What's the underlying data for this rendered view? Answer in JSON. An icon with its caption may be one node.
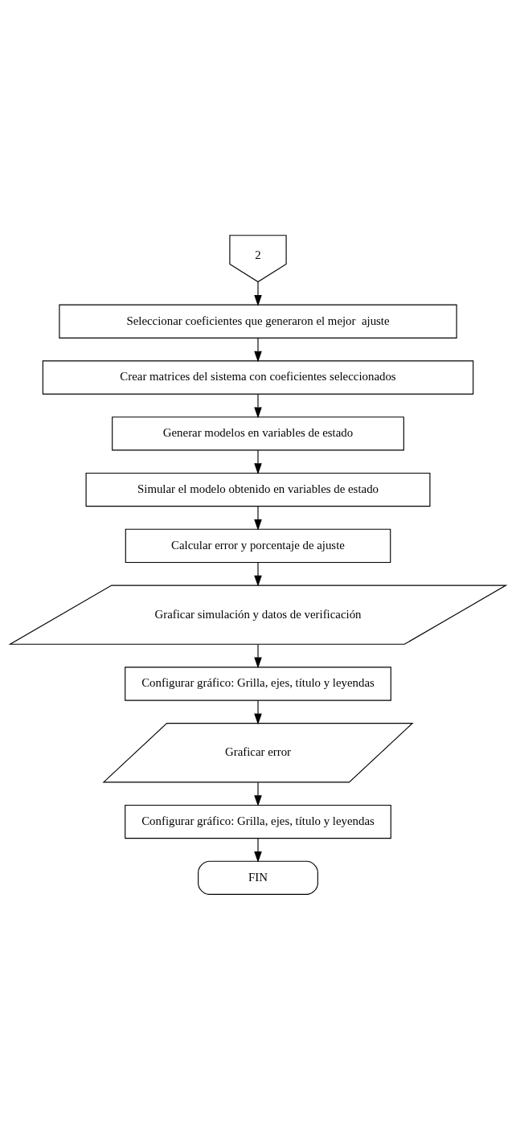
{
  "diagram": {
    "nodes": [
      {
        "text": [
          "2"
        ]
      },
      {
        "text": [
          "Seleccionar coeficientes que generaron el mejor  ajuste"
        ]
      },
      {
        "text": [
          "Crear matrices del sistema con coeficientes seleccionados"
        ]
      },
      {
        "text": [
          "Generar modelos en variables de estado"
        ]
      },
      {
        "text": [
          "Simular el modelo obtenido en variables de estado"
        ]
      },
      {
        "text": [
          "Calcular error y porcentaje de ajuste"
        ]
      },
      {
        "text": [
          "Graficar simulación y datos de verificación"
        ]
      },
      {
        "text": [
          "Configurar gráfico: Grilla, ejes, título y leyendas"
        ]
      },
      {
        "text": [
          "Graficar error"
        ]
      },
      {
        "text": [
          "Configurar gráfico: Grilla, ejes, título y leyendas"
        ]
      },
      {
        "text": [
          "FIN"
        ]
      }
    ],
    "edges": [
      {
        "from": 0,
        "to": 1,
        "arrow": "to"
      },
      {
        "from": 1,
        "to": 2,
        "arrow": "to"
      },
      {
        "from": 2,
        "to": 3,
        "arrow": "to"
      },
      {
        "from": 3,
        "to": 4,
        "arrow": "to"
      },
      {
        "from": 4,
        "to": 5,
        "arrow": "to"
      },
      {
        "from": 5,
        "to": 6,
        "arrow": "to"
      },
      {
        "from": 6,
        "to": 7,
        "arrow": "to"
      },
      {
        "from": 7,
        "to": 8,
        "arrow": "to"
      },
      {
        "from": 8,
        "to": 9,
        "arrow": "to"
      },
      {
        "from": 9,
        "to": 10,
        "arrow": "to"
      }
    ]
  }
}
